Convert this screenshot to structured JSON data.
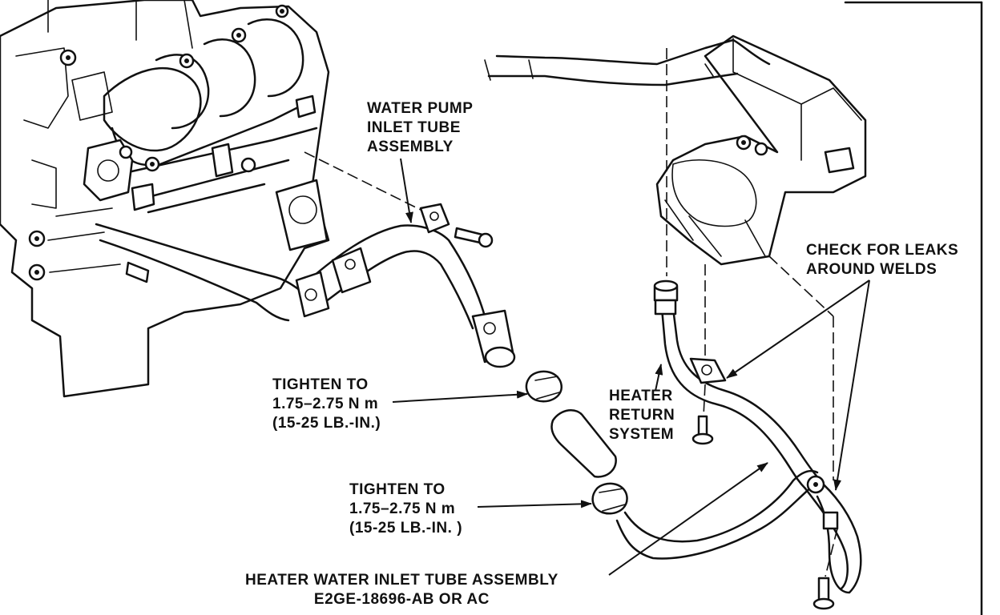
{
  "labels": {
    "water_pump": [
      "WATER PUMP",
      "INLET TUBE",
      "ASSEMBLY"
    ],
    "tighten_upper": [
      "TIGHTEN TO",
      "1.75–2.75 N m",
      "(15-25 LB.-IN.)"
    ],
    "tighten_lower": [
      "TIGHTEN TO",
      "1.75–2.75 N m",
      "(15-25 LB.-IN. )"
    ],
    "heater_return": [
      "HEATER",
      "RETURN",
      "SYSTEM"
    ],
    "check_leaks": [
      "CHECK FOR LEAKS",
      "AROUND WELDS"
    ],
    "heater_inlet": [
      "HEATER WATER INLET TUBE ASSEMBLY",
      "E2GE-18696-AB OR AC"
    ]
  }
}
